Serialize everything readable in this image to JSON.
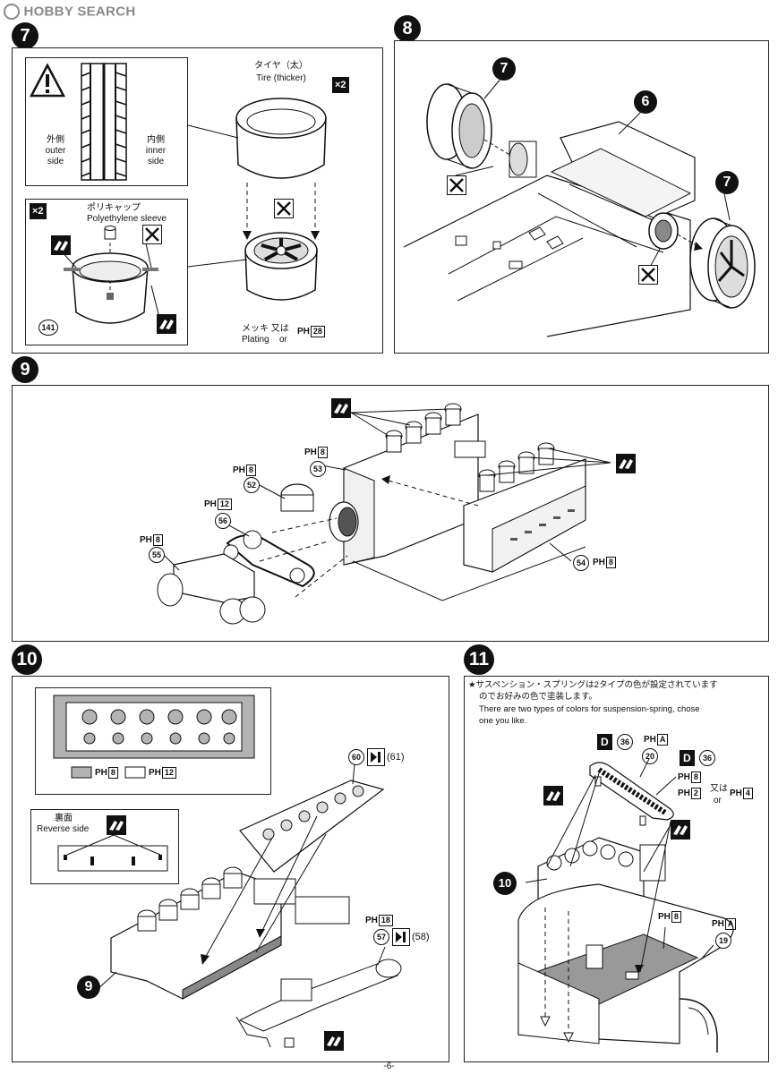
{
  "header": {
    "logo_text": "HOBBY SEARCH"
  },
  "step7": {
    "number": "7",
    "warning": {
      "outer_jp": "外側",
      "outer_en1": "outer",
      "outer_en2": "side",
      "inner_jp": "内側",
      "inner_en1": "inner",
      "inner_en2": "side"
    },
    "sleeve": {
      "qty": "×2",
      "label_jp": "ポリキャップ",
      "label_en": "Polyethylene sleeve",
      "part": "141"
    },
    "tire": {
      "label_jp": "タイヤ（太）",
      "label_en": "Tire (thicker)",
      "qty": "×2"
    },
    "plating": {
      "label_jp": "メッキ 又は",
      "label_en": "Plating",
      "or": "or",
      "paint": "PH",
      "paint_num": "28"
    }
  },
  "step8": {
    "number": "8",
    "callouts": [
      "7",
      "6",
      "7"
    ]
  },
  "step9": {
    "number": "9",
    "parts": [
      {
        "num": "53",
        "paint": "PH",
        "paint_num": "8"
      },
      {
        "num": "52",
        "paint": "PH",
        "paint_num": "8"
      },
      {
        "num": "56",
        "paint": "PH",
        "paint_num": "12"
      },
      {
        "num": "55",
        "paint": "PH",
        "paint_num": "8"
      },
      {
        "num": "54",
        "paint": "PH",
        "paint_num": "8"
      }
    ]
  },
  "step10": {
    "number": "10",
    "legend": [
      {
        "paint": "PH",
        "paint_num": "8",
        "fill": "#b3b3b3"
      },
      {
        "paint": "PH",
        "paint_num": "12",
        "fill": "#ffffff"
      }
    ],
    "reverse": {
      "label_jp": "裏面",
      "label_en": "Reverse side"
    },
    "part60": "60",
    "part61": "(61)",
    "part57": "57",
    "part58": "(58)",
    "part57_paint": "PH",
    "part57_paint_num": "18",
    "ref9": "9"
  },
  "step11": {
    "number": "11",
    "note_jp1": "★サスペンション・スプリングは2タイプの色が設定されています",
    "note_jp2": "のでお好みの色で塗装します。",
    "note_en1": "There are two types of colors for suspension-spring, chose",
    "note_en2": "one you like.",
    "d36_a": "36",
    "d36_b": "36",
    "d_letter": "D",
    "part20": "20",
    "part20_paint": "PH",
    "part20_paint_box": "A",
    "spring_paint1": "PH",
    "spring_paint1_num": "8",
    "spring_paint2": "PH",
    "spring_paint2_num": "2",
    "or_jp": "又は",
    "or_en": "or",
    "spring_paint3": "PH",
    "spring_paint3_num": "4",
    "ref10": "10",
    "floor_paint": "PH",
    "floor_paint_num": "8",
    "part19": "19",
    "part19_paint": "PH",
    "part19_paint_box": "A"
  },
  "footer": {
    "page": "-6-"
  }
}
